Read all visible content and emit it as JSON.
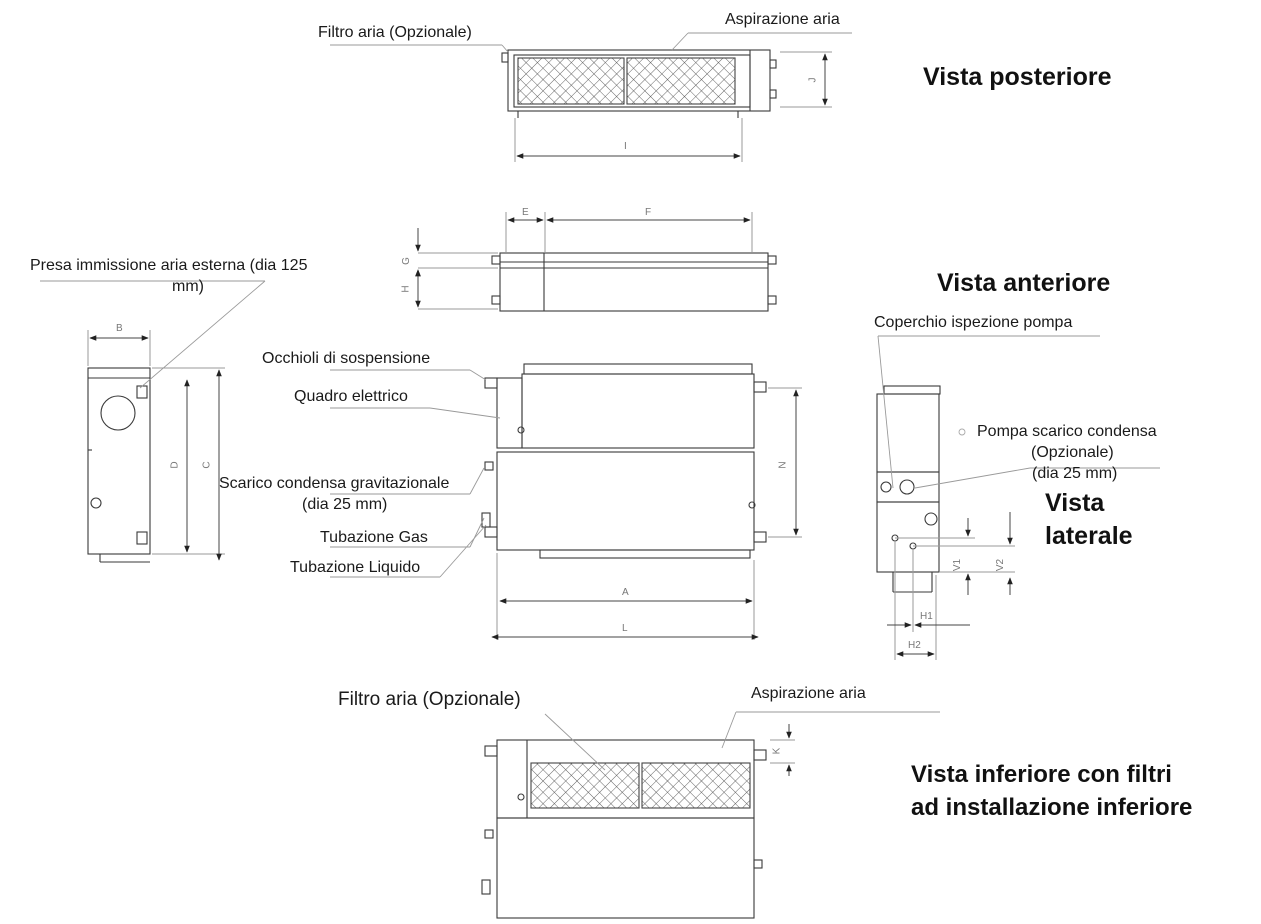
{
  "views": {
    "rear": "Vista posteriore",
    "front": "Vista anteriore",
    "side_line1": "Vista",
    "side_line2": "laterale",
    "bottom_line1": "Vista inferiore con filtri",
    "bottom_line2": "ad installazione inferiore"
  },
  "labels": {
    "filter_top": "Filtro aria (Opzionale)",
    "intake_top": "Aspirazione aria",
    "fresh_air_line1": "Presa immissione aria esterna (dia 125",
    "fresh_air_line2": "mm)",
    "pump_cover": "Coperchio ispezione pompa",
    "hanger": "Occhioli di sospensione",
    "panel": "Quadro elettrico",
    "drain_line1": "Scarico condensa gravitazionale",
    "drain_line2": "(dia 25 mm)",
    "gas": "Tubazione Gas",
    "liquid": "Tubazione Liquido",
    "pump_line1": "Pompa scarico condensa",
    "pump_line2": "(Opzionale)",
    "pump_line3": "(dia 25 mm)",
    "filter_bottom": "Filtro aria (Opzionale)",
    "intake_bottom": "Aspirazione aria"
  },
  "dimensions": {
    "rear_length": "I",
    "rear_height": "J",
    "front_e": "E",
    "front_f": "F",
    "front_g": "G",
    "front_h": "H",
    "side_b": "B",
    "side_d": "D",
    "side_c": "C",
    "main_a": "A",
    "main_l": "L",
    "main_n": "N",
    "v1": "V1",
    "v2": "V2",
    "h1": "H1",
    "h2": "H2",
    "bottom_k": "K"
  },
  "colors": {
    "line": "#3a3a3a",
    "leader": "#9a9a9a",
    "title": "#111111"
  }
}
